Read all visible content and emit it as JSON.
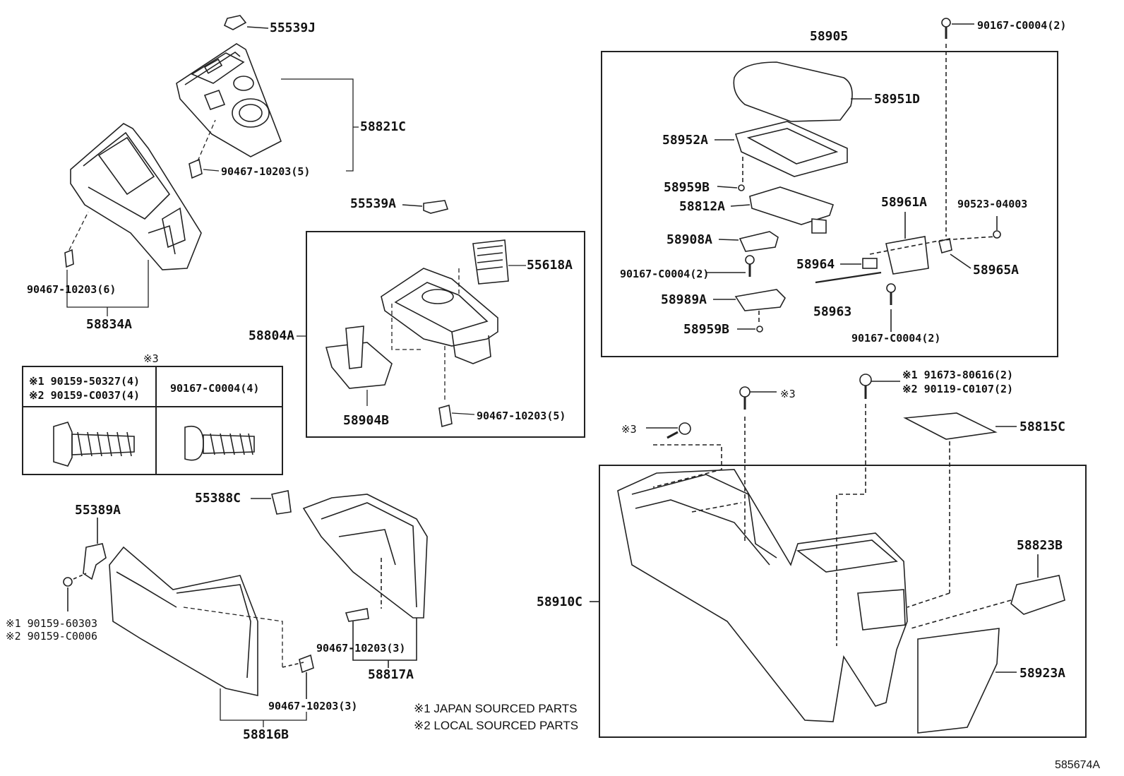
{
  "diagram": {
    "labels": {
      "p55539J": "55539J",
      "p58821C": "58821C",
      "p90467_10203_5a": "90467-10203(5)",
      "p90467_10203_6": "90467-10203(6)",
      "p58834A": "58834A",
      "p55539A": "55539A",
      "p55618A": "55618A",
      "p58804A": "58804A",
      "p58904B": "58904B",
      "p90467_10203_5b": "90467-10203(5)",
      "p58905": "58905",
      "p90167_C0004_2_top": "90167-C0004(2)",
      "p58951D": "58951D",
      "p58952A": "58952A",
      "p58959B_1": "58959B",
      "p58812A": "58812A",
      "p58961A": "58961A",
      "p90523_04003": "90523-04003",
      "p58908A": "58908A",
      "p90167_C0004_2_mid": "90167-C0004(2)",
      "p58964": "58964",
      "p58965A": "58965A",
      "p58989A": "58989A",
      "p58963": "58963",
      "p58959B_2": "58959B",
      "p90167_C0004_2_bot": "90167-C0004(2)",
      "p91673": "※1 91673-80616(2)",
      "p90119": "※2 90119-C0107(2)",
      "p_ref3_a": "※3",
      "p_ref3_b": "※3",
      "p58815C": "58815C",
      "p58823B": "58823B",
      "p58910C": "58910C",
      "p58923A": "58923A",
      "p55388C": "55388C",
      "p55389A": "55389A",
      "p90159_60303": "※1 90159-60303",
      "p90159_C0006": "※2 90159-C0006",
      "p90467_10203_3a": "90467-10203(3)",
      "p58817A": "58817A",
      "p90467_10203_3b": "90467-10203(3)",
      "p58816B": "58816B"
    },
    "table": {
      "header": "※3",
      "col1_line1": "※1 90159-50327(4)",
      "col1_line2": "※2 90159-C0037(4)",
      "col2": "90167-C0004(4)"
    },
    "notes": {
      "note1": "※1 JAPAN SOURCED PARTS",
      "note2": "※2 LOCAL SOURCED PARTS"
    },
    "figure_id": "585674A"
  }
}
